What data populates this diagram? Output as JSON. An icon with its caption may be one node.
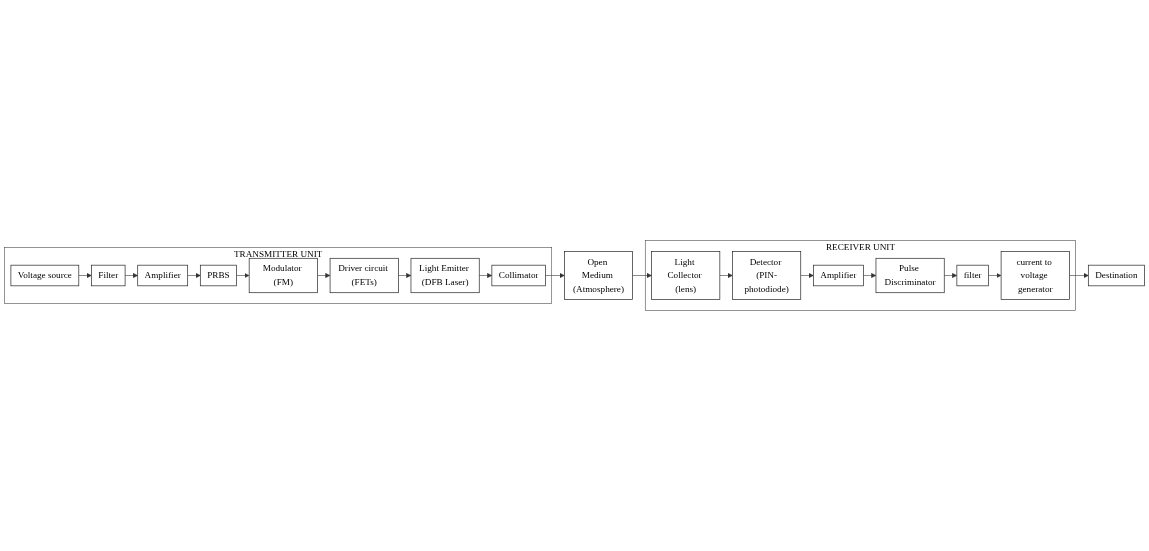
{
  "diagram": {
    "nodes": [
      {
        "text": [
          "TRANSMITTER UNIT"
        ]
      },
      {
        "text": [
          "Voltage source"
        ],
        "in": 0
      },
      {
        "text": [
          "Filter"
        ],
        "in": 0
      },
      {
        "text": [
          "Amplifier"
        ],
        "in": 0
      },
      {
        "text": [
          "PRBS"
        ],
        "in": 0
      },
      {
        "text": [
          "Modulator (FM)"
        ],
        "in": 0
      },
      {
        "text": [
          "Driver circuit (FETs)"
        ],
        "in": 0
      },
      {
        "text": [
          "Light Emitter (DFB Laser)"
        ],
        "in": 0
      },
      {
        "text": [
          "Collimator"
        ],
        "in": 0
      },
      {
        "text": [
          "Open Medium (Atmosphere)"
        ]
      },
      {
        "text": [
          "RECEIVER UNIT"
        ]
      },
      {
        "text": [
          "Light Collector (lens)"
        ],
        "in": 10
      },
      {
        "text": [
          "Detector (PIN-photodiode)"
        ],
        "in": 10
      },
      {
        "text": [
          "Amplifier"
        ],
        "in": 10
      },
      {
        "text": [
          "Pulse Discriminator"
        ],
        "in": 10
      },
      {
        "text": [
          "filter"
        ],
        "in": 10
      },
      {
        "text": [
          "current to voltage generator"
        ],
        "in": 10
      },
      {
        "text": [
          "Destination"
        ]
      }
    ],
    "edges": [
      {
        "from": 1,
        "to": 2,
        "arrow": "to"
      },
      {
        "from": 2,
        "to": 3,
        "arrow": "to"
      },
      {
        "from": 3,
        "to": 4,
        "arrow": "to"
      },
      {
        "from": 4,
        "to": 5,
        "arrow": "to"
      },
      {
        "from": 5,
        "to": 6,
        "arrow": "to"
      },
      {
        "from": 6,
        "to": 7,
        "arrow": "to"
      },
      {
        "from": 7,
        "to": 8,
        "arrow": "to"
      },
      {
        "from": 8,
        "to": 9,
        "arrow": "to"
      },
      {
        "from": 9,
        "to": 11,
        "arrow": "to"
      },
      {
        "from": 11,
        "to": 12,
        "arrow": "to"
      },
      {
        "from": 12,
        "to": 13,
        "arrow": "to"
      },
      {
        "from": 13,
        "to": 14,
        "arrow": "to"
      },
      {
        "from": 14,
        "to": 15,
        "arrow": "to"
      },
      {
        "from": 15,
        "to": 16,
        "arrow": "to"
      },
      {
        "from": 16,
        "to": 17,
        "arrow": "to"
      }
    ]
  }
}
